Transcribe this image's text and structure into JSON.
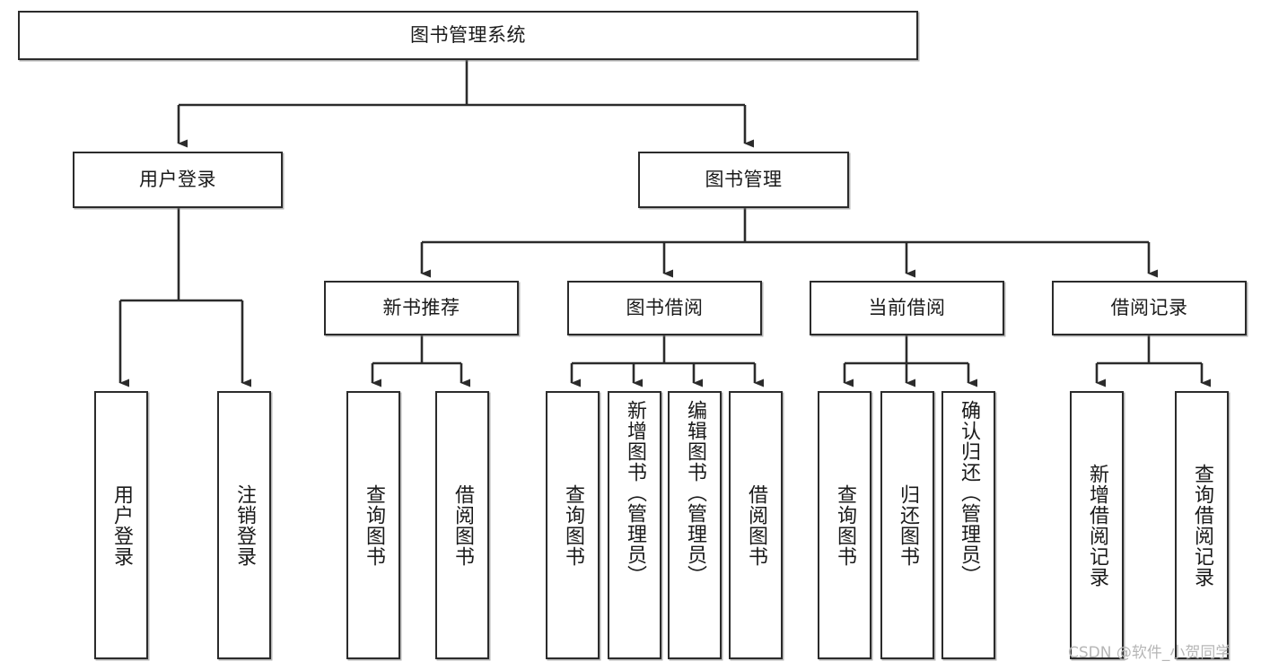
{
  "diagram": {
    "type": "tree-hierarchy-diagram",
    "title": "图书管理系统",
    "watermark": "CSDN @软件_小贺同学",
    "colors": {
      "box_border": "#2b2b2b",
      "box_fill": "#ffffff",
      "connector": "#2b2b2b",
      "text": "#1a1a1a",
      "watermark": "#b6b6b6",
      "canvas": "#ffffff"
    },
    "root": {
      "label": "图书管理系统"
    },
    "level2": [
      {
        "label": "用户登录"
      },
      {
        "label": "图书管理"
      }
    ],
    "level3": [
      {
        "label": "新书推荐"
      },
      {
        "label": "图书借阅"
      },
      {
        "label": "当前借阅"
      },
      {
        "label": "借阅记录"
      }
    ],
    "leaves": {
      "user_login": [
        {
          "label": "用户登录"
        },
        {
          "label": "注销登录"
        }
      ],
      "new_book": [
        {
          "label": "查询图书"
        },
        {
          "label": "借阅图书"
        }
      ],
      "book_borrow": [
        {
          "label": "查询图书"
        },
        {
          "label": "新增图书（管理员）"
        },
        {
          "label": "编辑图书（管理员）"
        },
        {
          "label": "借阅图书"
        }
      ],
      "current_borrow": [
        {
          "label": "查询图书"
        },
        {
          "label": "归还图书"
        },
        {
          "label": "确认归还（管理员）"
        }
      ],
      "borrow_record": [
        {
          "label": "新增借阅记录"
        },
        {
          "label": "查询借阅记录"
        }
      ]
    }
  }
}
